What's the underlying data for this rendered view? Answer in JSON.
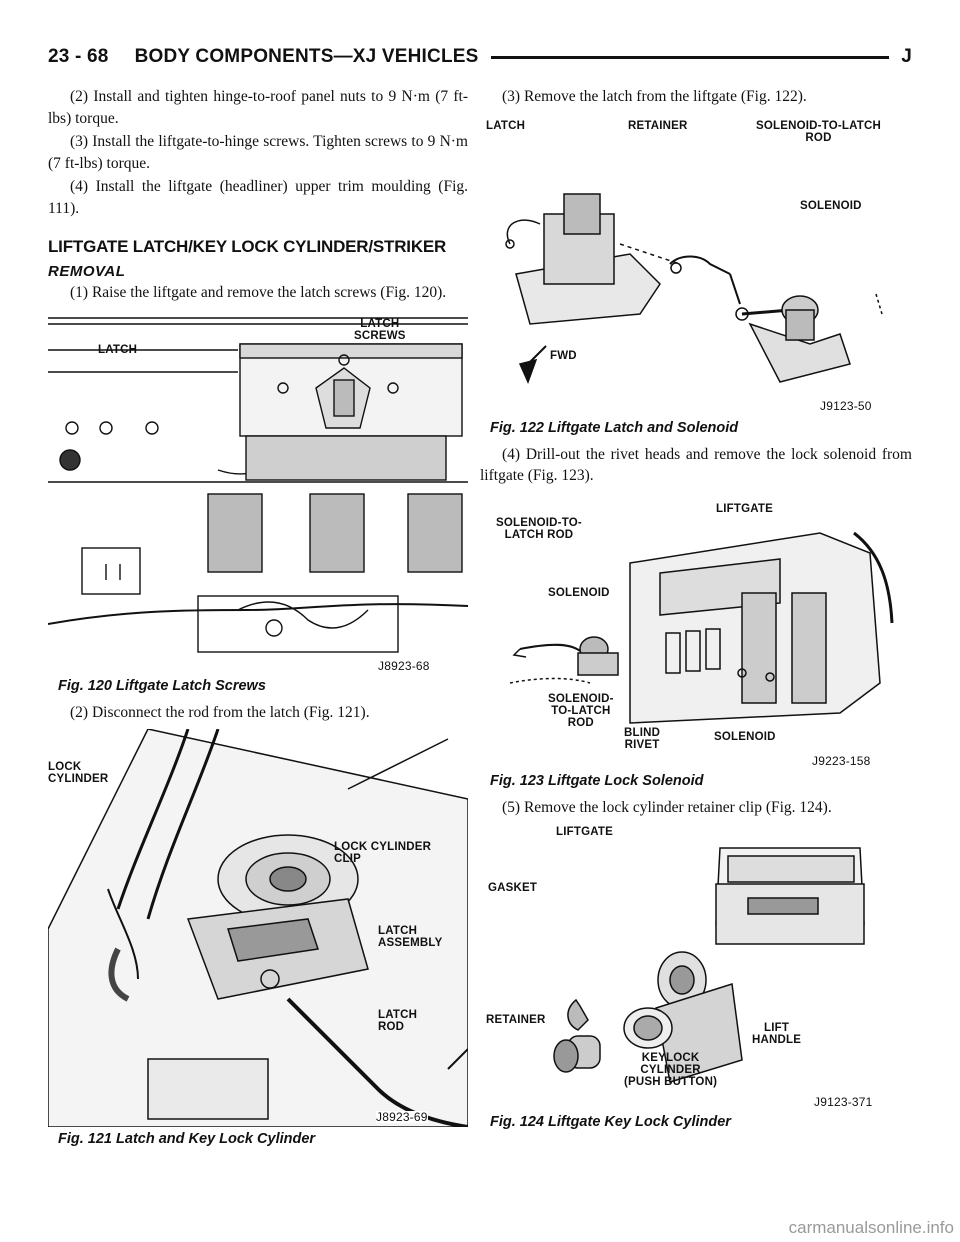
{
  "header": {
    "page_number": "23 - 68",
    "section_title": "BODY COMPONENTS—XJ VEHICLES",
    "edition_mark": "J"
  },
  "left_column": {
    "intro_steps": [
      "(2) Install and tighten hinge-to-roof panel nuts to 9 N·m (7 ft-lbs) torque.",
      "(3) Install the liftgate-to-hinge screws. Tighten screws to 9 N·m (7 ft-lbs) torque.",
      "(4) Install the liftgate (headliner) upper trim moulding (Fig. 111)."
    ],
    "section_heading": "LIFTGATE LATCH/KEY LOCK CYLINDER/STRIKER",
    "subheading": "REMOVAL",
    "step_1": "(1) Raise the liftgate and remove the latch screws (Fig. 120).",
    "step_2": "(2) Disconnect the rod from the latch (Fig. 121)."
  },
  "right_column": {
    "step_3": "(3) Remove the latch from the liftgate (Fig. 122).",
    "step_4": "(4) Drill-out the rivet heads and remove the lock solenoid from liftgate (Fig. 123).",
    "step_5": "(5) Remove the lock cylinder retainer clip (Fig. 124)."
  },
  "figures": {
    "fig120": {
      "caption": "Fig. 120 Liftgate Latch Screws",
      "code": "J8923-68",
      "labels": {
        "latch": "LATCH",
        "latch_screws": "LATCH\nSCREWS"
      }
    },
    "fig121": {
      "caption": "Fig. 121 Latch and Key Lock Cylinder",
      "code": "J8923-69",
      "labels": {
        "lock_cylinder": "LOCK\nCYLINDER",
        "lock_cylinder_clip": "LOCK CYLINDER\nCLIP",
        "latch_assembly": "LATCH\nASSEMBLY",
        "latch_rod": "LATCH\nROD"
      }
    },
    "fig122": {
      "caption": "Fig. 122 Liftgate Latch and Solenoid",
      "code": "J9123-50",
      "labels": {
        "latch": "LATCH",
        "retainer": "RETAINER",
        "solenoid_to_latch_rod": "SOLENOID-TO-LATCH\nROD",
        "solenoid": "SOLENOID",
        "fwd": "FWD"
      }
    },
    "fig123": {
      "caption": "Fig. 123 Liftgate Lock Solenoid",
      "code": "J9223-158",
      "labels": {
        "solenoid_to_latch_rod": "SOLENOID-TO-\nLATCH ROD",
        "liftgate": "LIFTGATE",
        "solenoid": "SOLENOID",
        "solenoid_to_latch_rod_2": "SOLENOID-\nTO-LATCH\nROD",
        "blind_rivet": "BLIND\nRIVET",
        "solenoid_2": "SOLENOID"
      }
    },
    "fig124": {
      "caption": "Fig. 124 Liftgate Key Lock Cylinder",
      "code": "J9123-371",
      "labels": {
        "liftgate": "LIFTGATE",
        "gasket": "GASKET",
        "retainer": "RETAINER",
        "keylock_cylinder": "KEYLOCK\nCYLINDER\n(PUSH BUTTON)",
        "lift_handle": "LIFT\nHANDLE"
      }
    }
  },
  "watermark": "carmanualsonline.info"
}
